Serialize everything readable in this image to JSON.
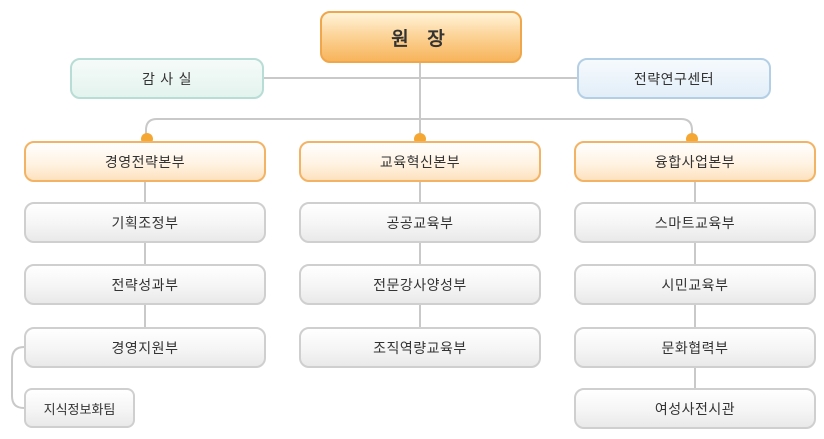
{
  "director": "원 장",
  "audit": "감 사 실",
  "research": "전략연구센터",
  "divisions": [
    {
      "name": "경영전략본부",
      "departments": [
        "기획조정부",
        "전략성과부",
        "경영지원부"
      ],
      "team": "지식정보화팀"
    },
    {
      "name": "교육혁신본부",
      "departments": [
        "공공교육부",
        "전문강사양성부",
        "조직역량교육부"
      ]
    },
    {
      "name": "융합사업본부",
      "departments": [
        "스마트교육부",
        "시민교육부",
        "문화협력부",
        "여성사전시관"
      ]
    }
  ],
  "colors": {
    "line": "#c9c9c9",
    "dot": "#f5a733",
    "director_border": "#f0a64a",
    "division_border": "#f2b364",
    "dept_border": "#cfcfcf"
  }
}
